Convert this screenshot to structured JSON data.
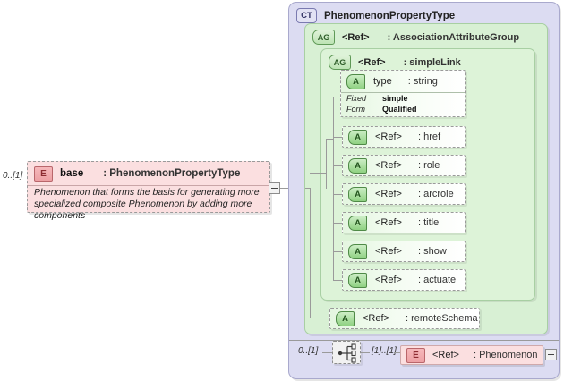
{
  "diagram": {
    "kind": "xml-schema-complex-type-diagram"
  },
  "left_element": {
    "cardinality": "0..[1]",
    "badge": "E",
    "name": "base",
    "type": ": PhenomenonPropertyType",
    "description": "Phenomenon that forms the basis for generating more specialized composite Phenomenon by adding more components",
    "expander": "minus"
  },
  "complex_type": {
    "badge": "CT",
    "title": "PhenomenonPropertyType"
  },
  "attribute_group_outer": {
    "badge": "AG",
    "ref": "<Ref>",
    "type": ": AssociationAttributeGroup"
  },
  "attribute_group_inner": {
    "badge": "AG",
    "ref": "<Ref>",
    "type": ": simpleLink"
  },
  "type_attribute": {
    "badge": "A",
    "name": "type",
    "type": ": string",
    "facets": [
      {
        "key": "Fixed",
        "value": "simple"
      },
      {
        "key": "Form",
        "value": "Qualified"
      }
    ]
  },
  "attributes": [
    {
      "badge": "A",
      "ref": "<Ref>",
      "type": ": href"
    },
    {
      "badge": "A",
      "ref": "<Ref>",
      "type": ": role"
    },
    {
      "badge": "A",
      "ref": "<Ref>",
      "type": ": arcrole"
    },
    {
      "badge": "A",
      "ref": "<Ref>",
      "type": ": title"
    },
    {
      "badge": "A",
      "ref": "<Ref>",
      "type": ": show"
    },
    {
      "badge": "A",
      "ref": "<Ref>",
      "type": ": actuate"
    }
  ],
  "remote_schema": {
    "badge": "A",
    "ref": "<Ref>",
    "type": ": remoteSchema"
  },
  "sequence": {
    "cardinality_left": "0..[1]",
    "cardinality_right": "[1]..[1]",
    "icon": "sequence-connector-icon"
  },
  "phenomenon_element": {
    "badge": "E",
    "ref": "<Ref>",
    "type": ": Phenomenon",
    "expander": "plus"
  },
  "colors": {
    "canvas": "#ffffff",
    "complex_type_panel": "#dcdcf2",
    "attribute_group": "#d8f0d4",
    "element_pink": "#fbdfe0",
    "line": "#9a9a9a"
  }
}
